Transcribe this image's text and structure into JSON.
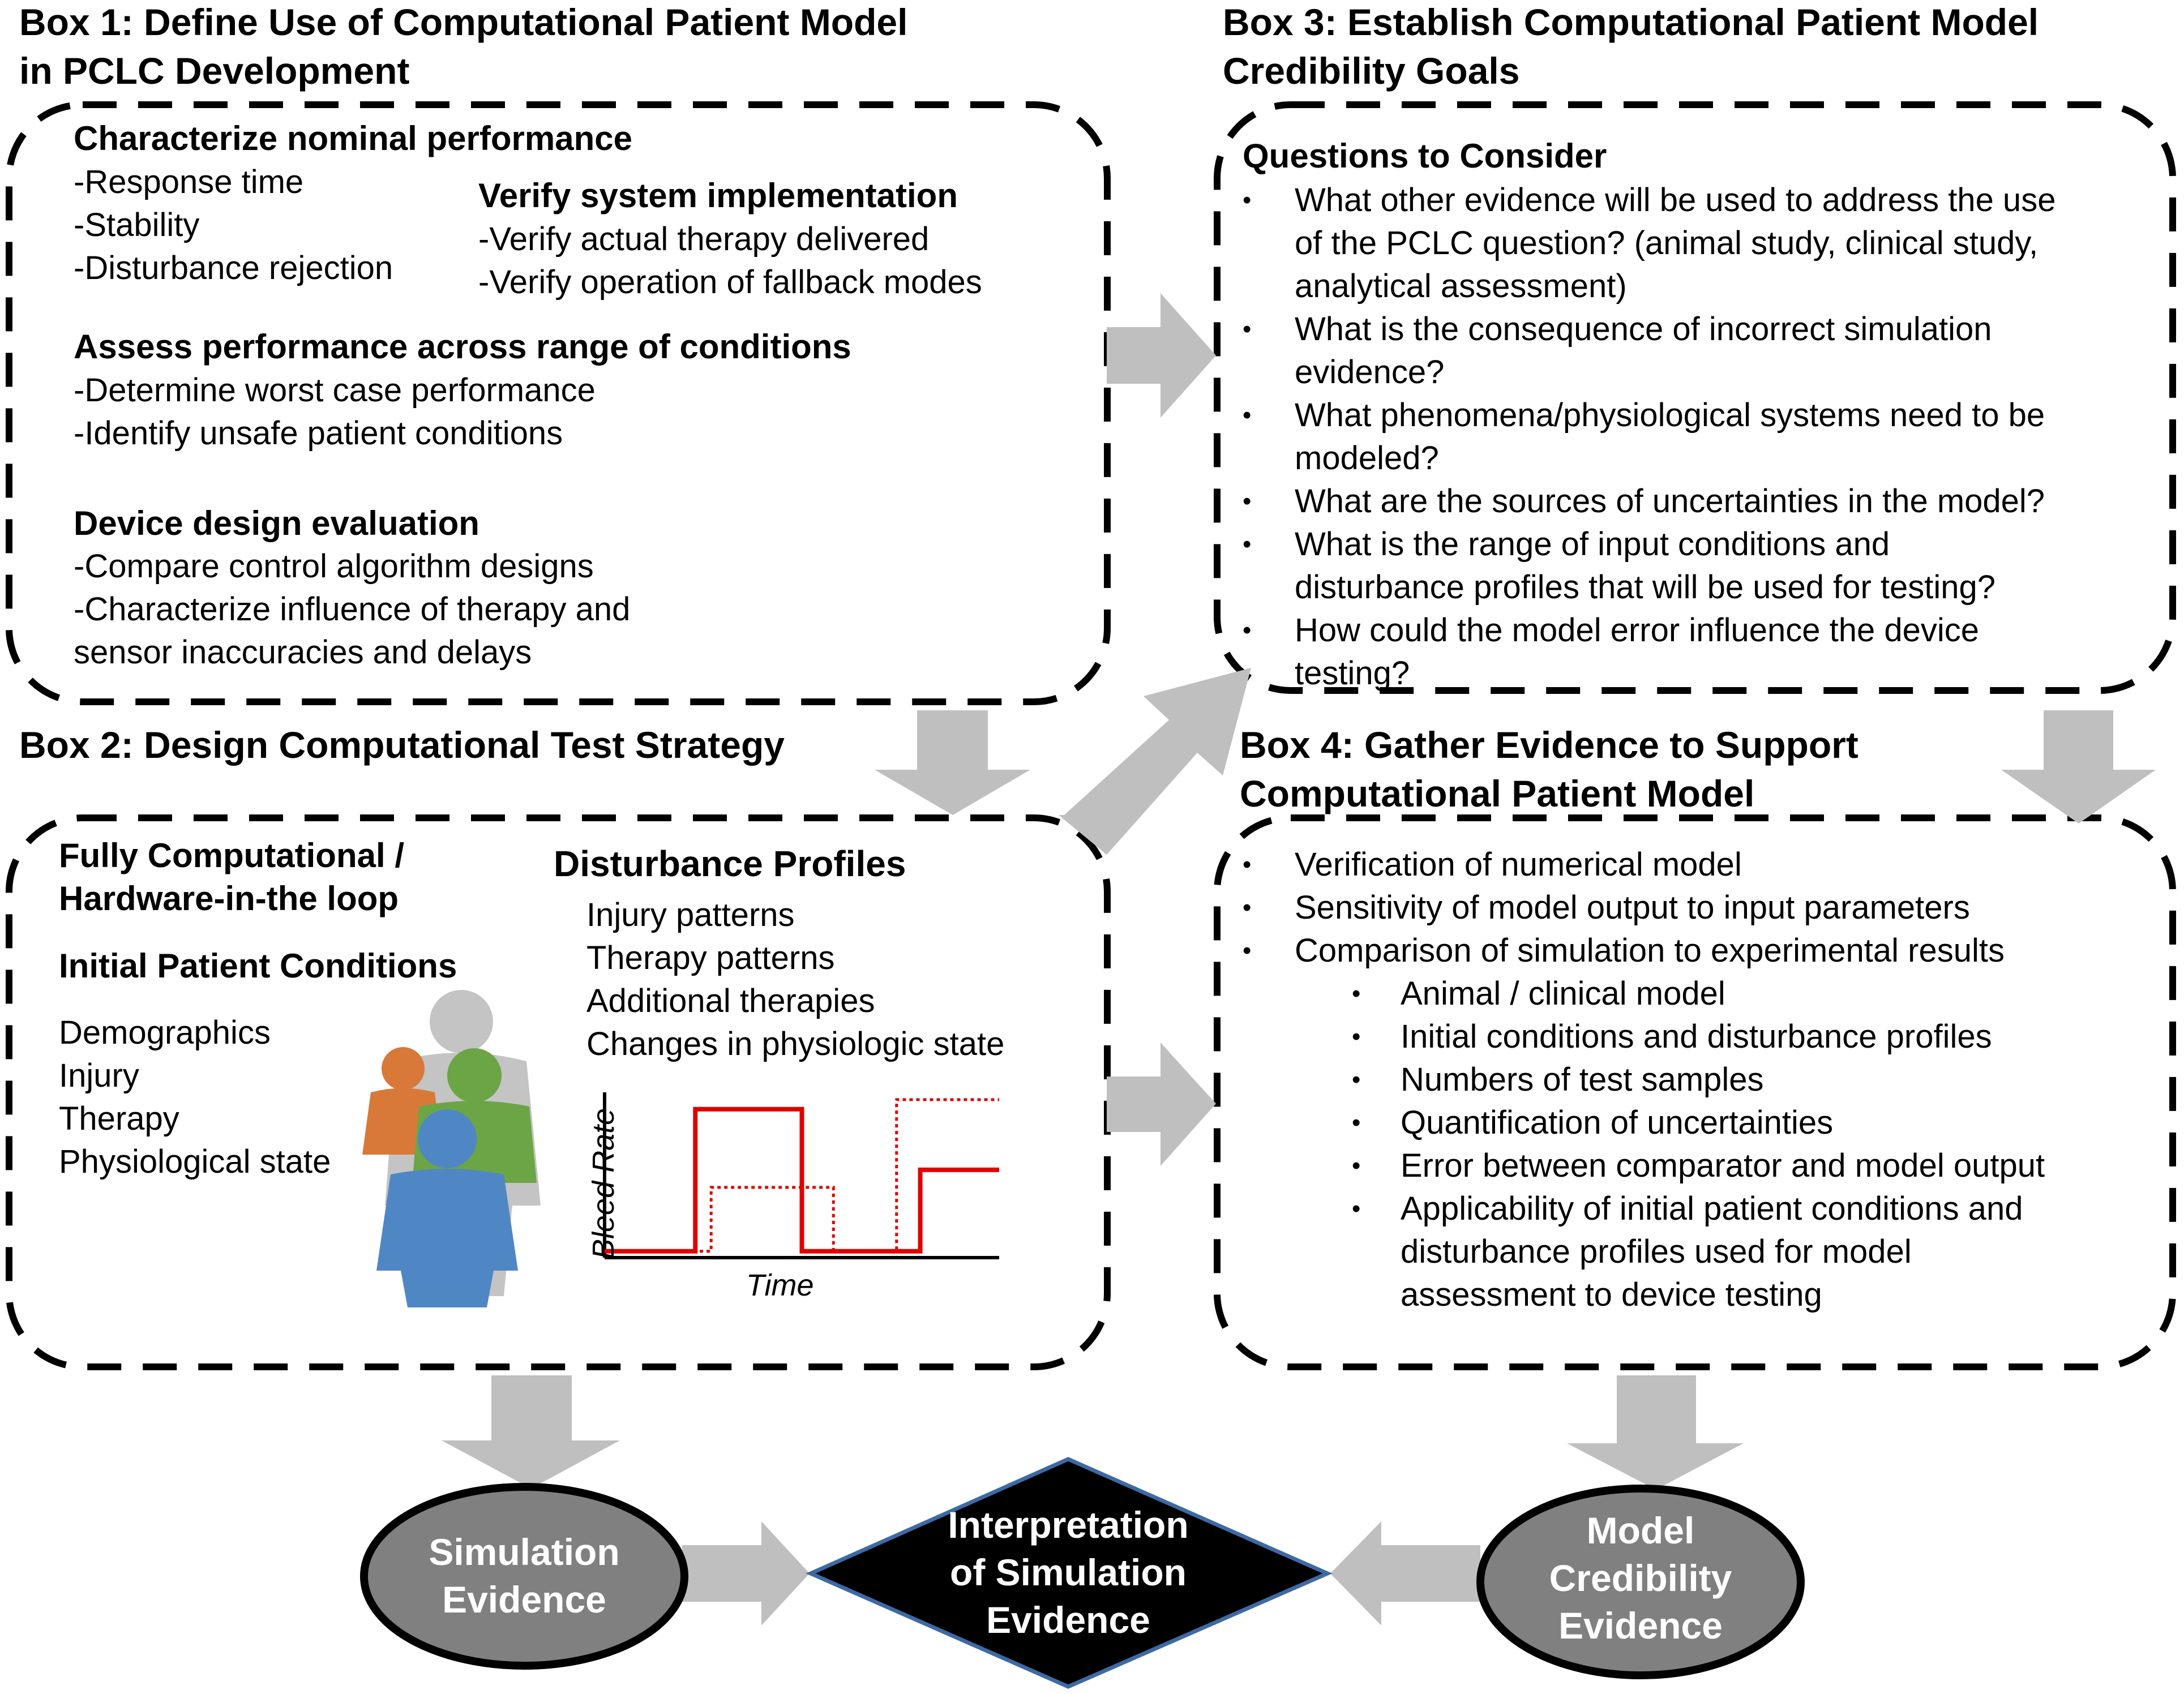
{
  "box1": {
    "title_lines": [
      "Box 1: Define Use of Computational Patient Model",
      "in PCLC Development"
    ],
    "sec1_heading": "Characterize nominal performance",
    "sec1_items": [
      "-Response time",
      "-Stability",
      "-Disturbance rejection"
    ],
    "sec2_heading": "Verify system implementation",
    "sec2_items": [
      "-Verify actual therapy delivered",
      "-Verify operation of fallback modes"
    ],
    "sec3_heading": "Assess performance across range of conditions",
    "sec3_items": [
      "-Determine worst case performance",
      "-Identify unsafe patient conditions"
    ],
    "sec4_heading": "Device design evaluation",
    "sec4_items": [
      "-Compare control algorithm designs",
      "-Characterize influence of therapy and",
      "sensor inaccuracies and delays"
    ]
  },
  "box2": {
    "title": "Box 2: Design Computational Test Strategy",
    "mode_lines": [
      "Fully Computational /",
      "Hardware-in-the loop"
    ],
    "ipc_heading": "Initial Patient Conditions",
    "ipc_items": [
      "Demographics",
      "Injury",
      "Therapy",
      "Physiological state"
    ],
    "dp_heading": "Disturbance Profiles",
    "dp_items": [
      "Injury patterns",
      "Therapy patterns",
      "Additional therapies",
      "Changes in physiologic state"
    ]
  },
  "box3": {
    "title_lines": [
      "Box 3: Establish Computational Patient Model",
      "Credibility Goals"
    ],
    "questions_heading": "Questions to Consider",
    "questions": [
      [
        "What other evidence will be used to address the use",
        "of the PCLC question? (animal study, clinical study,",
        "analytical assessment)"
      ],
      [
        "What is the consequence of incorrect simulation",
        "evidence?"
      ],
      [
        "What phenomena/physiological systems need to be",
        "modeled?"
      ],
      [
        "What are the sources of uncertainties in the model?"
      ],
      [
        "What is the range of input conditions and",
        "disturbance profiles that will be used for testing?"
      ],
      [
        "How could the model error influence the device",
        "testing?"
      ]
    ]
  },
  "box4": {
    "title_lines": [
      "Box 4: Gather Evidence to Support",
      "Computational Patient Model"
    ],
    "items": [
      "Verification of numerical model",
      "Sensitivity of model output to input parameters",
      "Comparison of simulation to experimental results"
    ],
    "subitems": [
      [
        "Animal / clinical model"
      ],
      [
        "Initial conditions and disturbance profiles"
      ],
      [
        "Numbers of test samples"
      ],
      [
        "Quantification of uncertainties"
      ],
      [
        "Error between comparator and model output"
      ],
      [
        "Applicability of initial patient conditions and",
        "disturbance profiles used for model",
        "assessment to device testing"
      ]
    ]
  },
  "evidence": {
    "simulation_lines": [
      "Simulation",
      "Evidence"
    ],
    "interpretation_lines": [
      "Interpretation",
      "of Simulation",
      "Evidence"
    ],
    "credibility_lines": [
      "Model",
      "Credibility",
      "Evidence"
    ]
  },
  "chart_data": {
    "type": "line",
    "xlabel": "Time",
    "ylabel": "Bleed Rate",
    "xlim": [
      0,
      10
    ],
    "ylim": [
      0,
      10
    ],
    "grid": false,
    "series": [
      {
        "style": "solid",
        "color": "#e00000",
        "x": [
          0,
          2.3,
          2.3,
          5.0,
          5.0,
          8.0,
          8.0,
          10
        ],
        "y": [
          0.4,
          0.4,
          9.3,
          9.3,
          0.4,
          0.4,
          5.5,
          5.5
        ]
      },
      {
        "style": "dotted",
        "color": "#e00000",
        "x": [
          0,
          2.7,
          2.7,
          5.8,
          5.8,
          7.4,
          7.4,
          10
        ],
        "y": [
          0.4,
          0.4,
          4.4,
          4.4,
          0.4,
          0.4,
          9.9,
          9.9
        ]
      }
    ]
  },
  "colors": {
    "arrow": "#bfbfbf",
    "oval_fill": "#808080",
    "diamond_fill": "#000000",
    "diamond_stroke": "#3d6aa5",
    "figure_blue": "#4f87c4",
    "figure_green": "#6ca545",
    "figure_orange": "#d8793a",
    "figure_gray": "#c4c4c4"
  },
  "icons": [
    "patient-group-icon"
  ]
}
